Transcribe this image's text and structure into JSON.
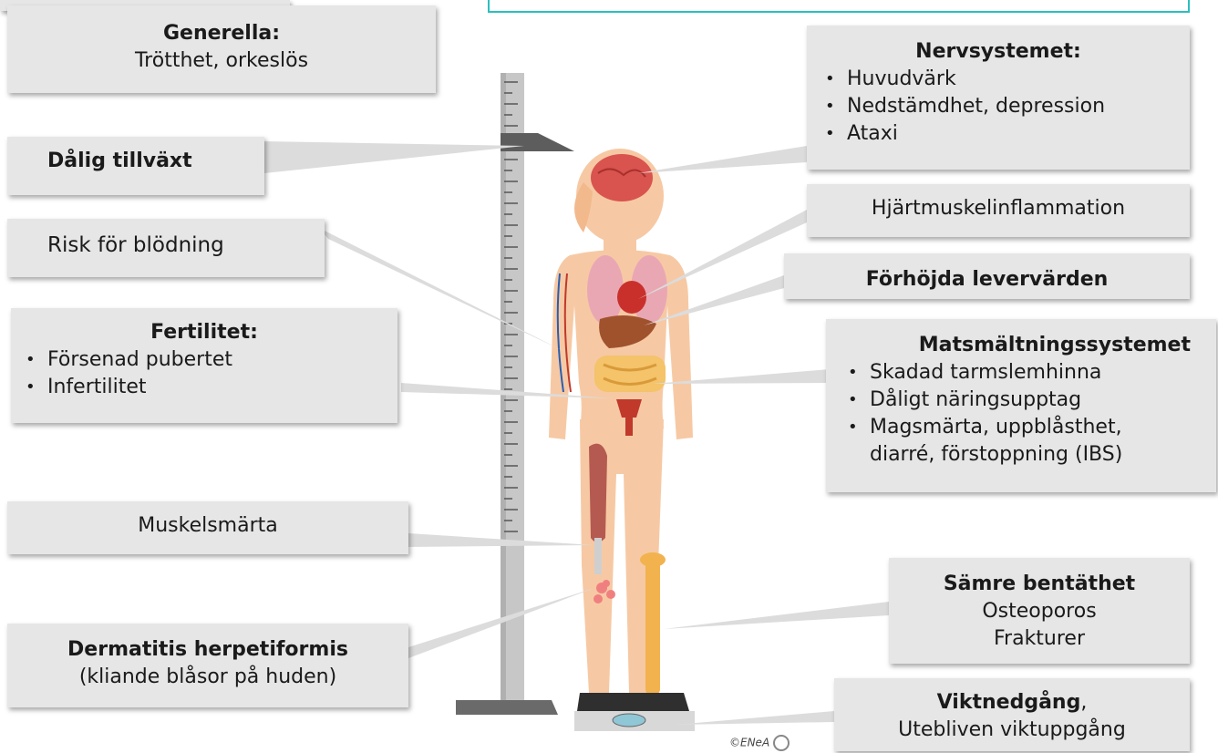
{
  "labels": {
    "generella_title": "Generella:",
    "generella_text": "Trötthet, orkeslös",
    "dalig_tillvaxt": "Dålig tillväxt",
    "risk_blodning": "Risk för blödning",
    "fertilitet_title": "Fertilitet:",
    "fertilitet_items": [
      "Försenad pubertet",
      "Infertilitet"
    ],
    "muskelsmarta": "Muskelsmärta",
    "dermatitis_title": "Dermatitis herpetiformis",
    "dermatitis_text": "(kliande blåsor på huden)",
    "nerv_title": "Nervsystemet:",
    "nerv_items": [
      "Huvudvärk",
      "Nedstämdhet, depression",
      "Ataxi"
    ],
    "hjart": "Hjärtmuskelinflammation",
    "lever": "Förhöjda levervärden",
    "mats_title": "Matsmältningssystemet",
    "mats_items": [
      "Skadad tarmslemhinna",
      "Dåligt näringsupptag",
      "Magsmärta, uppblåsthet,"
    ],
    "mats_item3_cont": "diarré, förstoppning (IBS)",
    "bentathet_title": "Sämre bentäthet",
    "bentathet_lines": [
      "Osteoporos",
      "Frakturer"
    ],
    "vikt_title": "Viktnedgång",
    "vikt_comma": ",",
    "vikt_text": "Utebliven viktuppgång",
    "credit": "©ENeA"
  },
  "colors": {
    "box_bg": "#e6e6e6",
    "skin": "#f6c9a4",
    "frame": "#2bbfbf",
    "pole": "#c2c2c2",
    "pointer": "#dcdcdc"
  }
}
